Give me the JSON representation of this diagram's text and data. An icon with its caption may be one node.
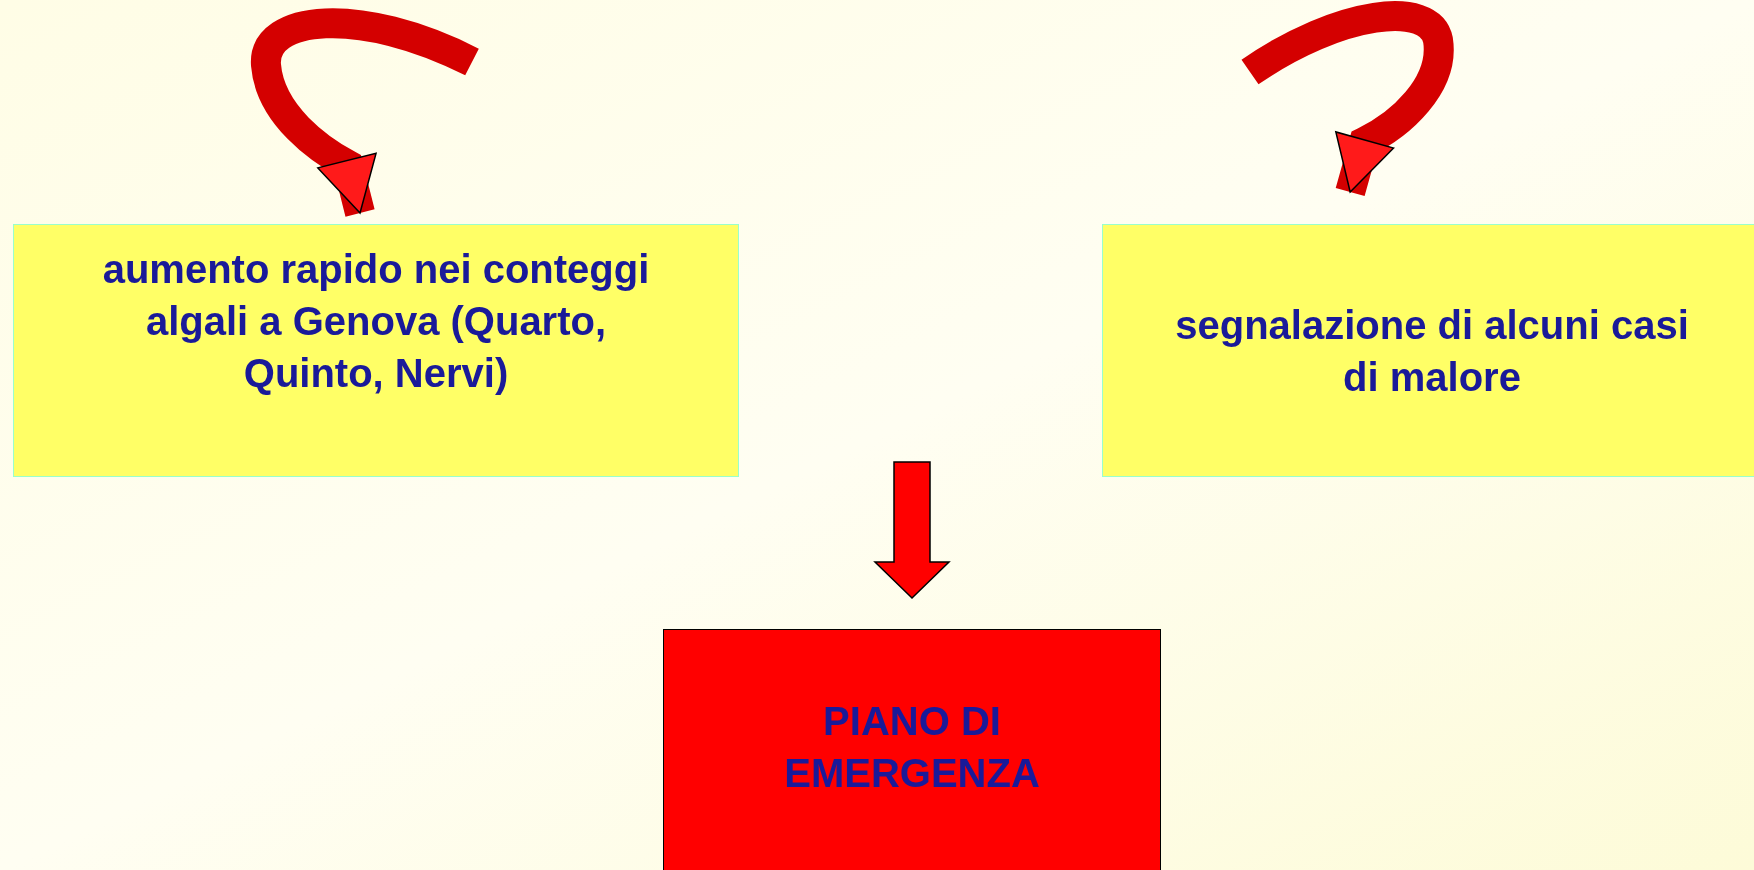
{
  "diagram": {
    "nodes": [
      {
        "text": [
          "aumento rapido nei conteggi algali a Genova (Quarto, Quinto, Nervi)"
        ]
      },
      {
        "text": [
          "segnalazione di alcuni casi di malore"
        ]
      },
      {
        "text": [
          "PIANO DI EMERGENZA"
        ]
      }
    ],
    "edges": [
      {
        "from": null,
        "to": 0,
        "arrow": "to"
      },
      {
        "from": null,
        "to": 1,
        "arrow": "to"
      },
      {
        "from": null,
        "to": 2,
        "arrow": "to"
      }
    ]
  }
}
